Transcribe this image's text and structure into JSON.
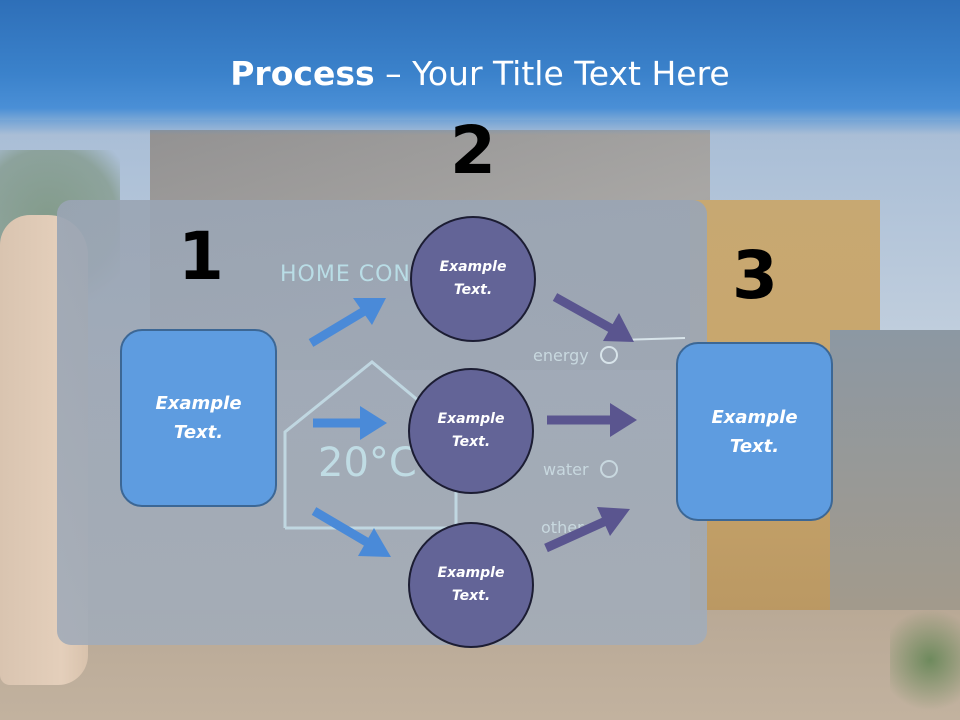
{
  "slide": {
    "title_strong": "Process",
    "title_rest": " – Your Title Text Here"
  },
  "background": {
    "tablet_title": "HOME CON",
    "tablet_temp": "20°C",
    "tablet_labels": [
      "energy",
      "water",
      "other"
    ]
  },
  "steps": [
    {
      "number": "1",
      "box_text": "Example Text."
    },
    {
      "number": "2",
      "circles": [
        "Example Text.",
        "Example Text.",
        "Example Text."
      ]
    },
    {
      "number": "3",
      "box_text": "Example Text."
    }
  ],
  "colors": {
    "header_blue": "#3b82cb",
    "box_fill": "#5e9ce0",
    "circle_fill": "#636497",
    "arrow_left": "#4a8ad8",
    "arrow_right": "#5a558f"
  }
}
